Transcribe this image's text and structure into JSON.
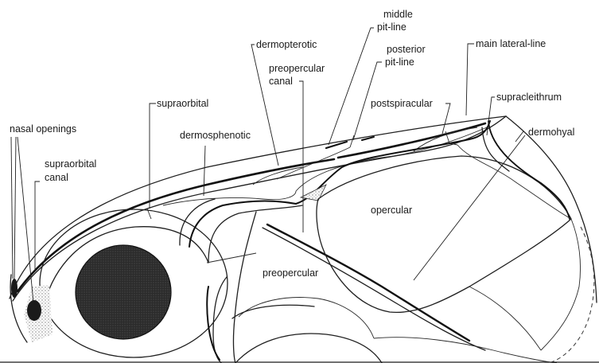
{
  "labels": {
    "nasal_openings": "nasal openings",
    "supraorbital_canal_1": "supraorbital",
    "supraorbital_canal_2": "canal",
    "supraorbital": "supraorbital",
    "dermosphenotic": "dermosphenotic",
    "dermopterotic": "dermopterotic",
    "preopercular_canal_1": "preopercular",
    "preopercular_canal_2": "canal",
    "middle_pit_line_1": "middle",
    "middle_pit_line_2": "pit-line",
    "posterior_pit_line_1": "posterior",
    "posterior_pit_line_2": "pit-line",
    "main_lateral_line": "main lateral-line",
    "postspiracular": "postspiracular",
    "supracleithrum": "supracleithrum",
    "dermohyal": "dermohyal",
    "opercular": "opercular",
    "preopercular": "preopercular"
  },
  "colors": {
    "ink": "#1f1f1f",
    "eye": "#262626",
    "stipple": "#8c8c8c",
    "background": "#ffffff"
  }
}
